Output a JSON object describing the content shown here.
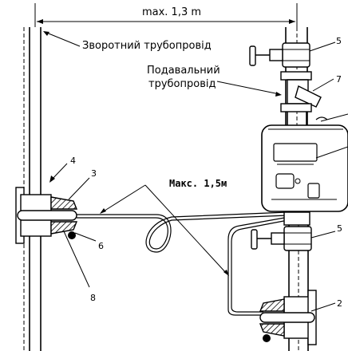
{
  "labels": {
    "dimension_top": "max. 1,3 m",
    "return_pipe": "Зворотний трубопровід",
    "supply_pipe_line1": "Подавальний",
    "supply_pipe_line2": "трубопровід",
    "max_cable": "Макс. 1,5м"
  },
  "callouts": {
    "n5_top": "5",
    "n7": "7",
    "n4": "4",
    "n3": "3",
    "n6": "6",
    "n8": "8",
    "n5_mid": "5",
    "n2": "2"
  }
}
